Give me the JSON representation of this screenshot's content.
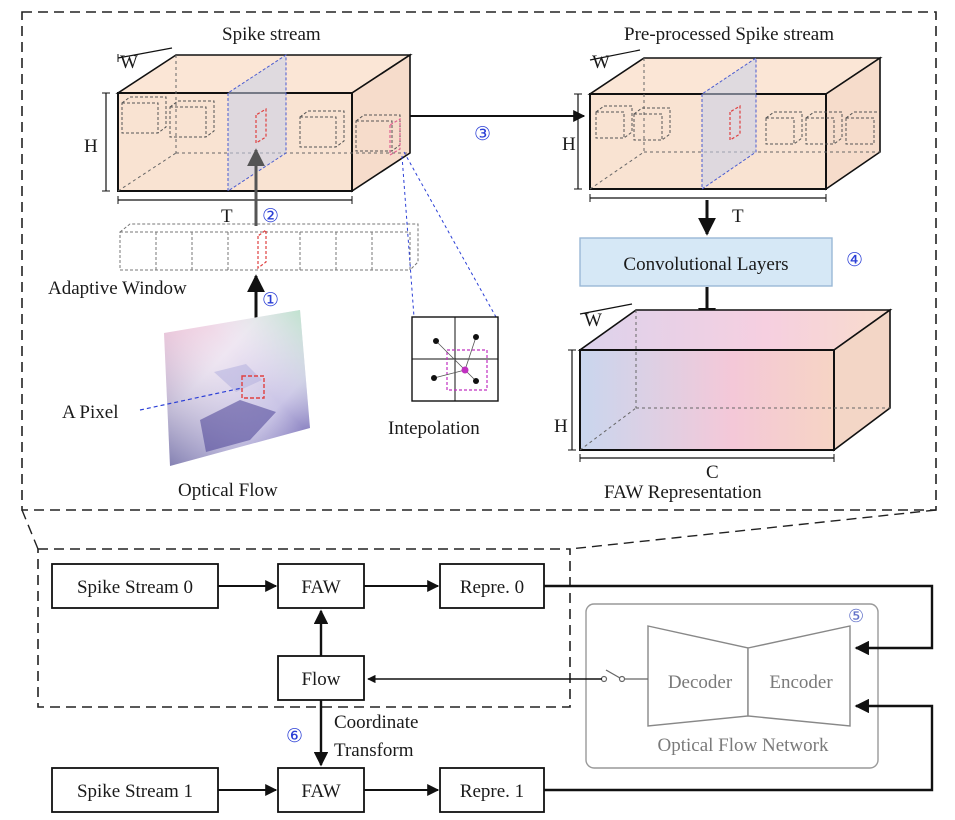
{
  "top_panel": {
    "spike_stream": {
      "title": "Spike stream",
      "w": "W",
      "h": "H",
      "t": "T"
    },
    "preprocessed": {
      "title": "Pre-processed Spike stream",
      "w": "W",
      "h": "H",
      "t": "T"
    },
    "adaptive_window": "Adaptive Window",
    "a_pixel": "A Pixel",
    "optical_flow": "Optical Flow",
    "interpolation": "Intepolation",
    "conv_layers": "Convolutional Layers",
    "faw_repr": {
      "title": "FAW Representation",
      "w": "W",
      "h": "H",
      "c": "C"
    },
    "steps": [
      "①",
      "②",
      "③",
      "④"
    ]
  },
  "bottom_panel": {
    "spike_stream_0": "Spike Stream 0",
    "spike_stream_1": "Spike Stream 1",
    "faw_0": "FAW",
    "faw_1": "FAW",
    "repre_0": "Repre. 0",
    "repre_1": "Repre. 1",
    "flow": "Flow",
    "coord_line1": "Coordinate",
    "coord_line2": "Transform",
    "step6": "⑥",
    "network": {
      "title": "Optical Flow Network",
      "decoder": "Decoder",
      "encoder": "Encoder",
      "step5": "⑤"
    }
  },
  "colors": {
    "step_blue": "#2b3fd6",
    "cube_fill": "#f9e3d2",
    "network_gray": "#8a8a8a"
  }
}
